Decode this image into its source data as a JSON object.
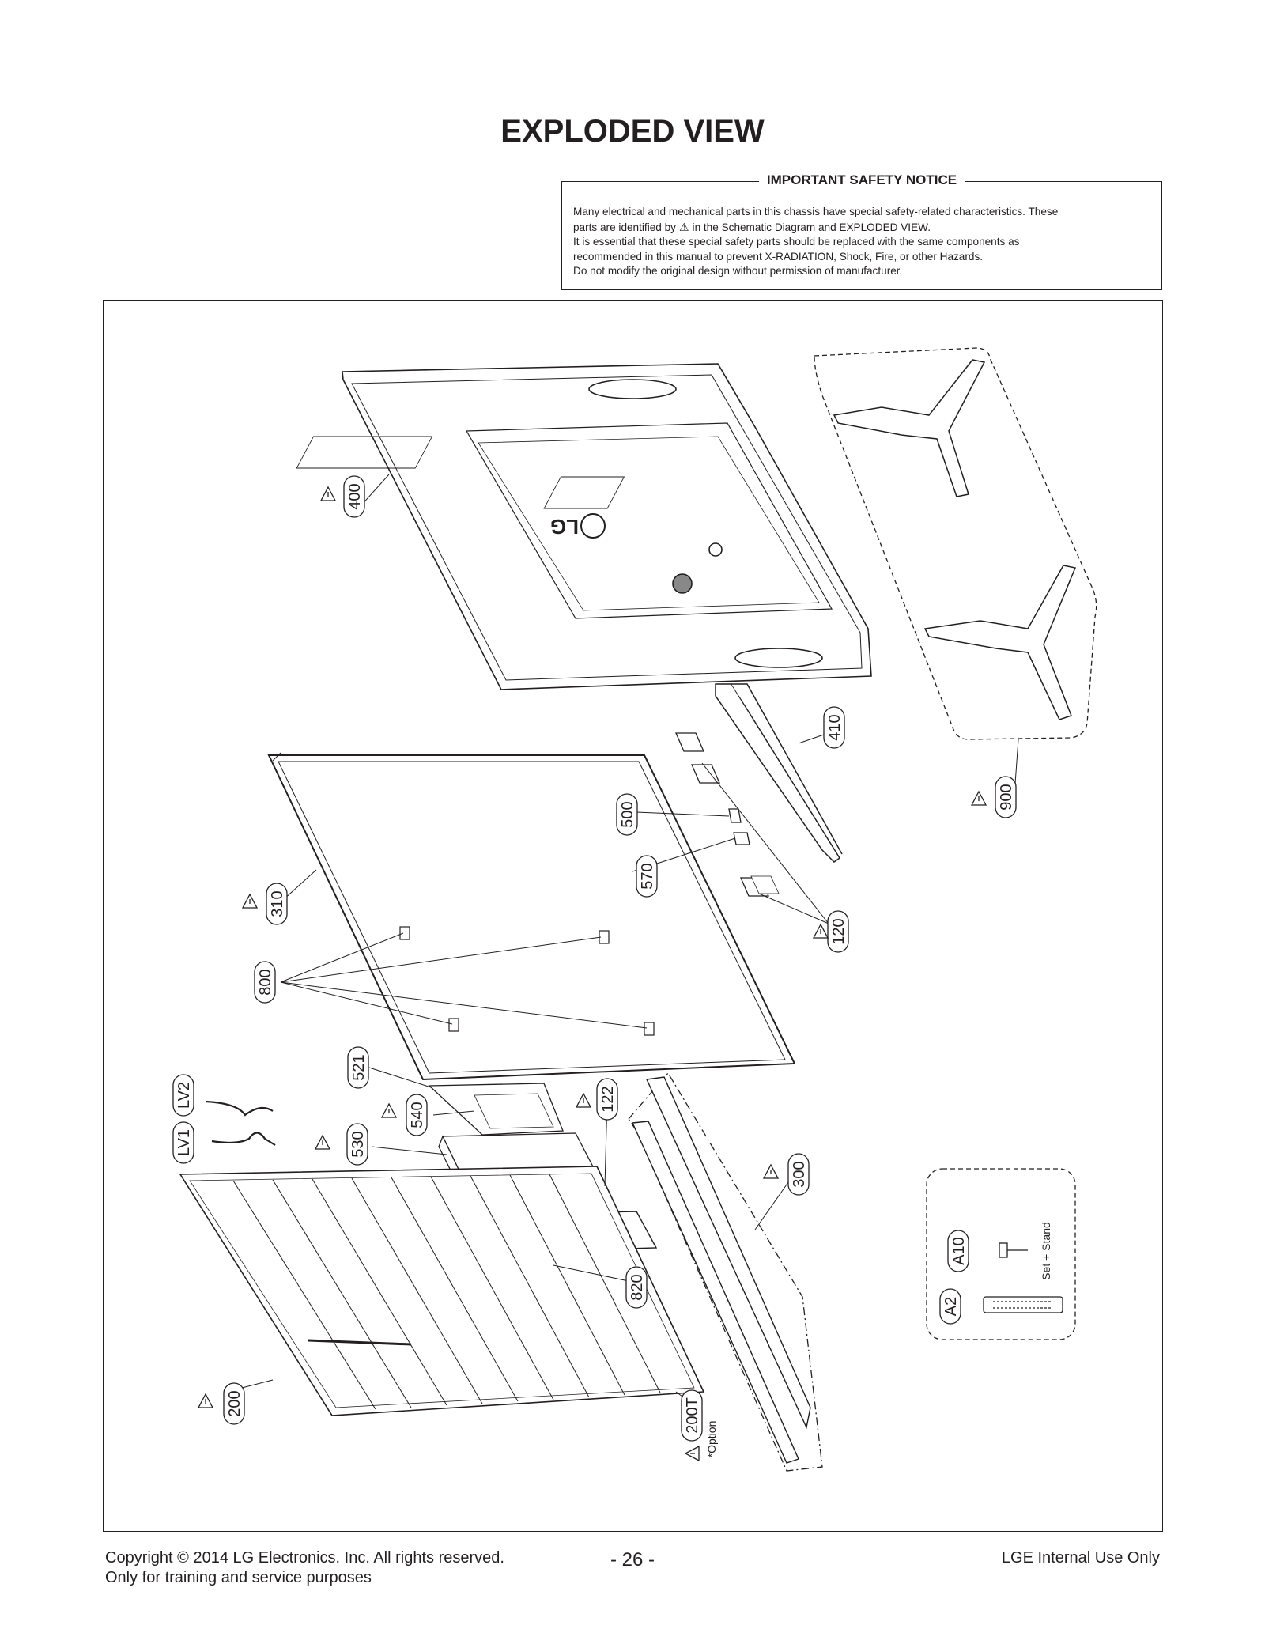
{
  "title": "EXPLODED VIEW",
  "notice": {
    "heading": "IMPORTANT SAFETY NOTICE",
    "line1": "Many electrical and mechanical parts in this chassis have special safety-related characteristics. These",
    "line2a": "parts are identified by",
    "line2b": "in the Schematic Diagram and EXPLODED VIEW.",
    "line3": "It is essential that these special safety parts should be replaced with the same components as",
    "line4": "recommended in this manual to prevent X-RADIATION, Shock, Fire, or other Hazards.",
    "line5": "Do not modify the original design without permission of manufacturer."
  },
  "logo": "LG",
  "parts": {
    "p400": "400",
    "p410": "410",
    "p900": "900",
    "p310": "310",
    "p500": "500",
    "p570": "570",
    "p120": "120",
    "p800": "800",
    "p521": "521",
    "p540": "540",
    "p530": "530",
    "p122": "122",
    "p300": "300",
    "pLV2": "LV2",
    "pLV1": "LV1",
    "p820": "820",
    "p200": "200",
    "p200T": "200T",
    "pA10": "A10",
    "pA2": "A2"
  },
  "notes": {
    "option": "*Option",
    "set_stand": "Set + Stand"
  },
  "footer": {
    "copyright": "Copyright  © 2014  LG Electronics. Inc. All rights reserved.",
    "training": "Only for training and service purposes",
    "page": "- 26 -",
    "internal": "LGE Internal Use Only"
  }
}
